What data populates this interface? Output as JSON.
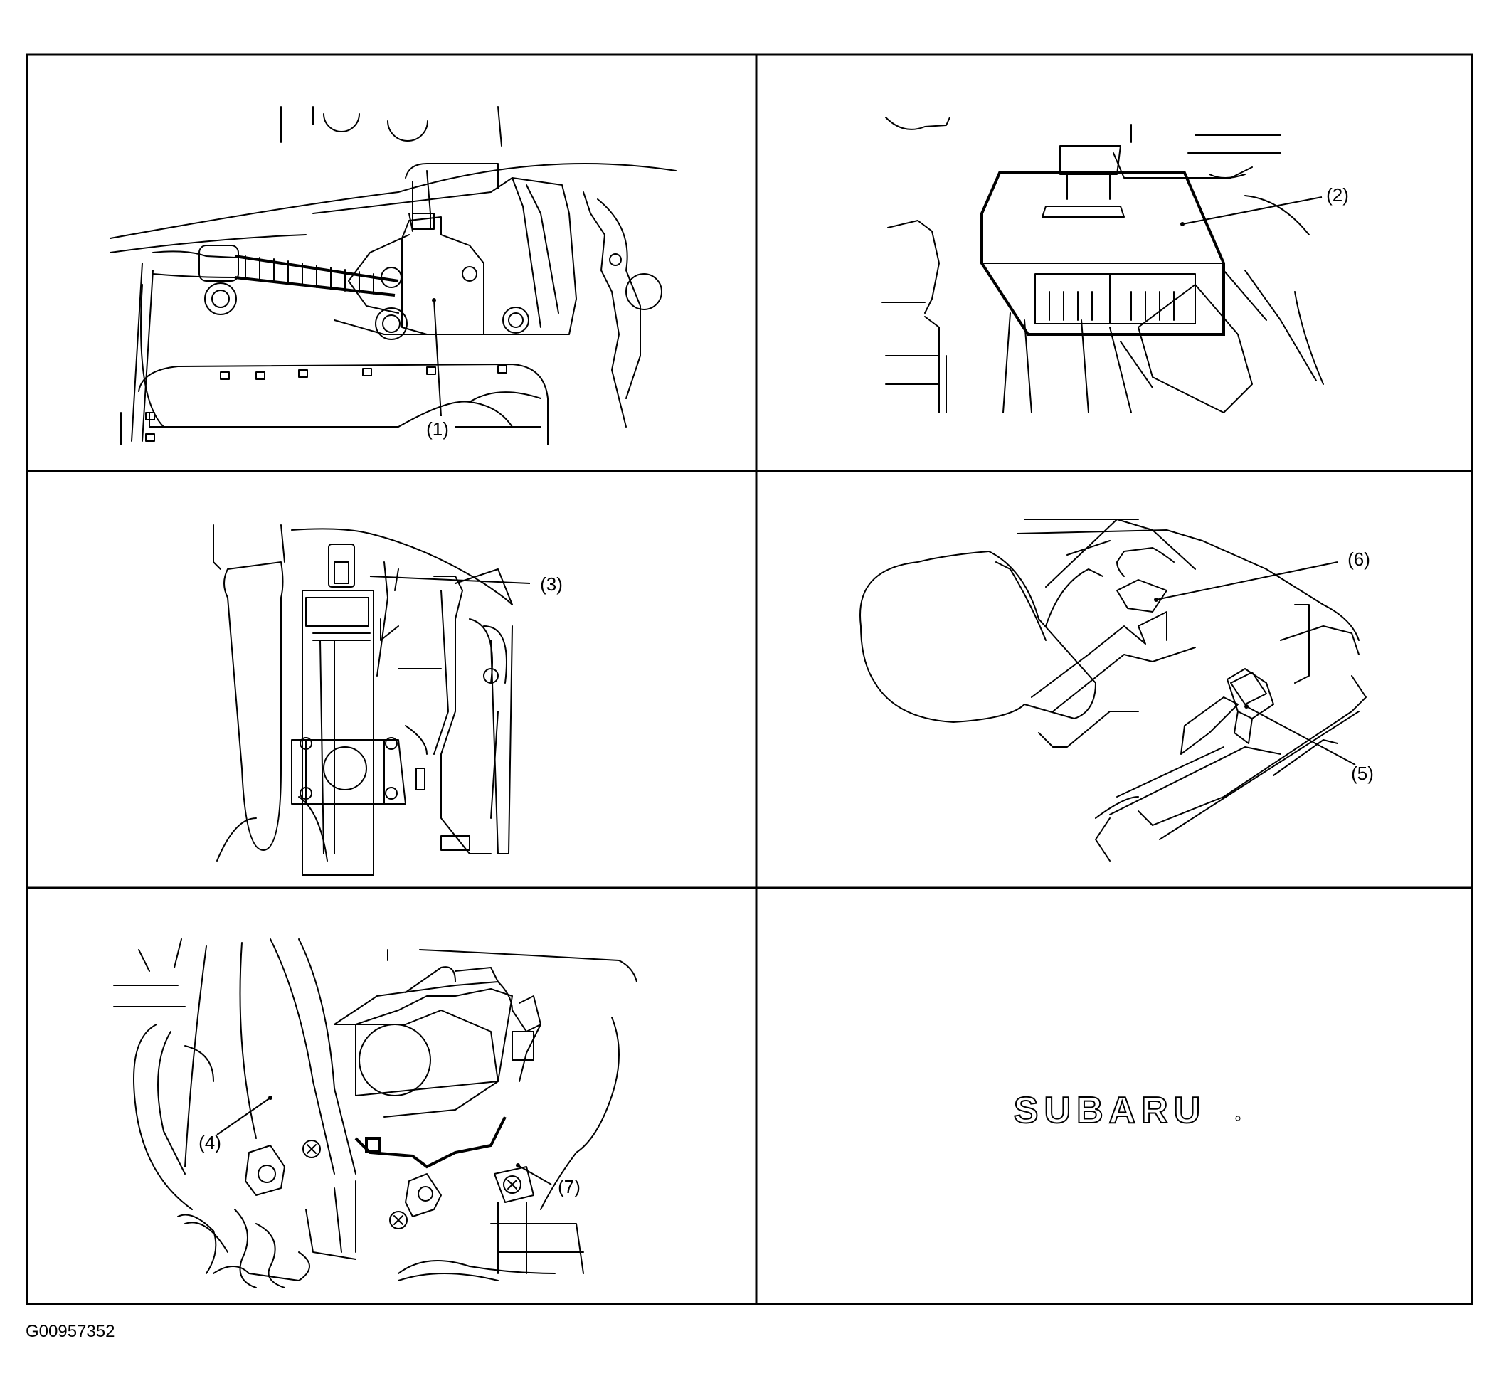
{
  "panels": [
    {
      "callouts": [
        "(1)"
      ]
    },
    {
      "callouts": [
        "(2)"
      ]
    },
    {
      "callouts": [
        "(3)"
      ]
    },
    {
      "callouts": [
        "(6)",
        "(5)"
      ]
    },
    {
      "callouts": [
        "(4)",
        "(7)"
      ]
    },
    {
      "logo": "SUBARU"
    }
  ],
  "figure_id": "G00957352",
  "colors": {
    "line": "#000000",
    "background": "#ffffff"
  }
}
